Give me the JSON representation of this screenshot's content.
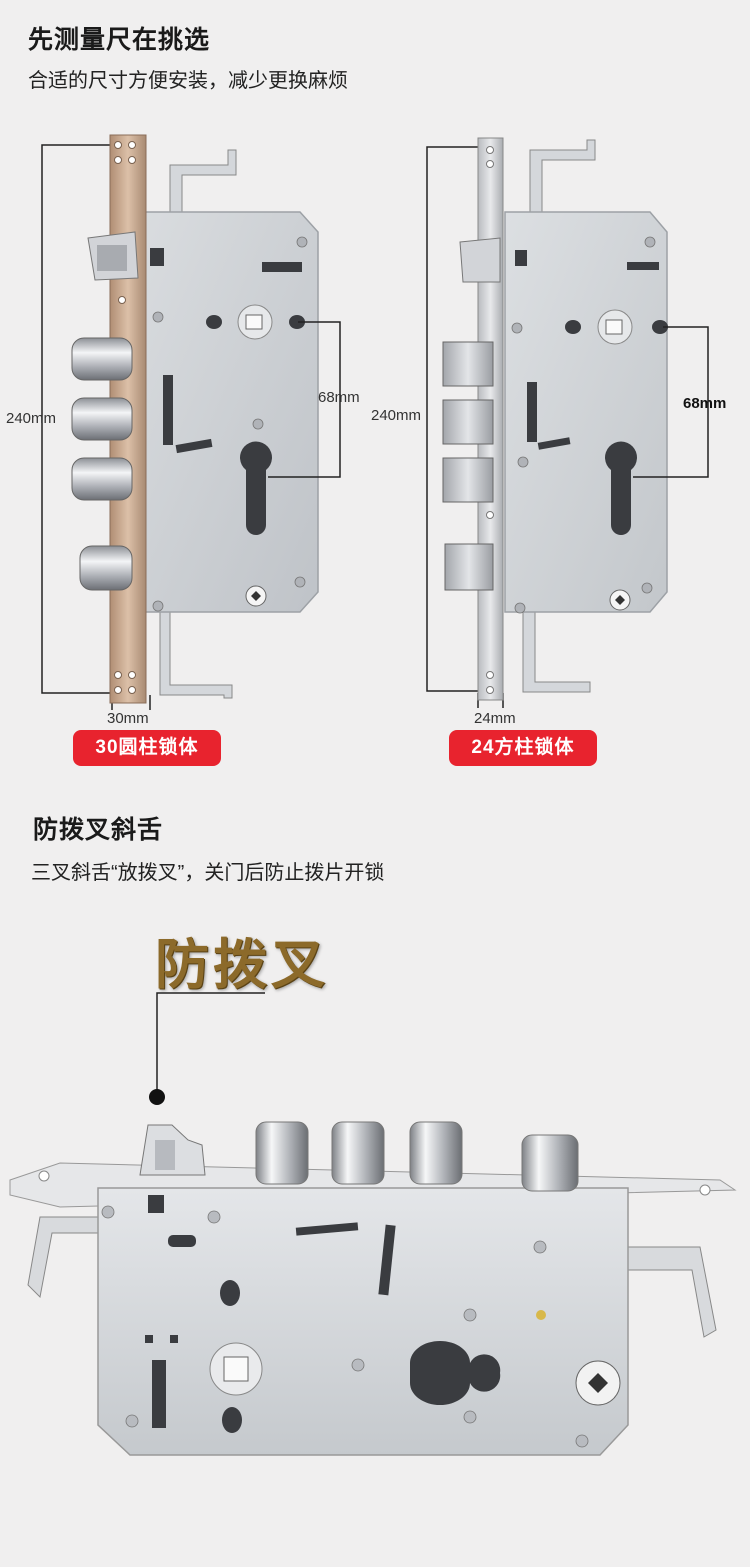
{
  "section1": {
    "title": "先测量尺在挑选",
    "subtitle": "合适的尺寸方便安装，减少更换麻烦"
  },
  "lock_round": {
    "height_label": "240mm",
    "width_label": "30mm",
    "backset_label": "68mm",
    "badge": "30圆柱锁体"
  },
  "lock_square": {
    "height_label": "240mm",
    "width_label": "24mm",
    "backset_label": "68mm",
    "badge": "24方柱锁体"
  },
  "section2": {
    "title": "防拨叉斜舌",
    "subtitle": "三叉斜舌“放拨叉”，关门后防止拨片开锁",
    "callout": "防拨叉"
  },
  "colors": {
    "badge_red": "#e8232e",
    "gold_text": "#8c6a2a",
    "steel": "#c9ccd1",
    "faceplate_bronze": "#c7a68c"
  }
}
